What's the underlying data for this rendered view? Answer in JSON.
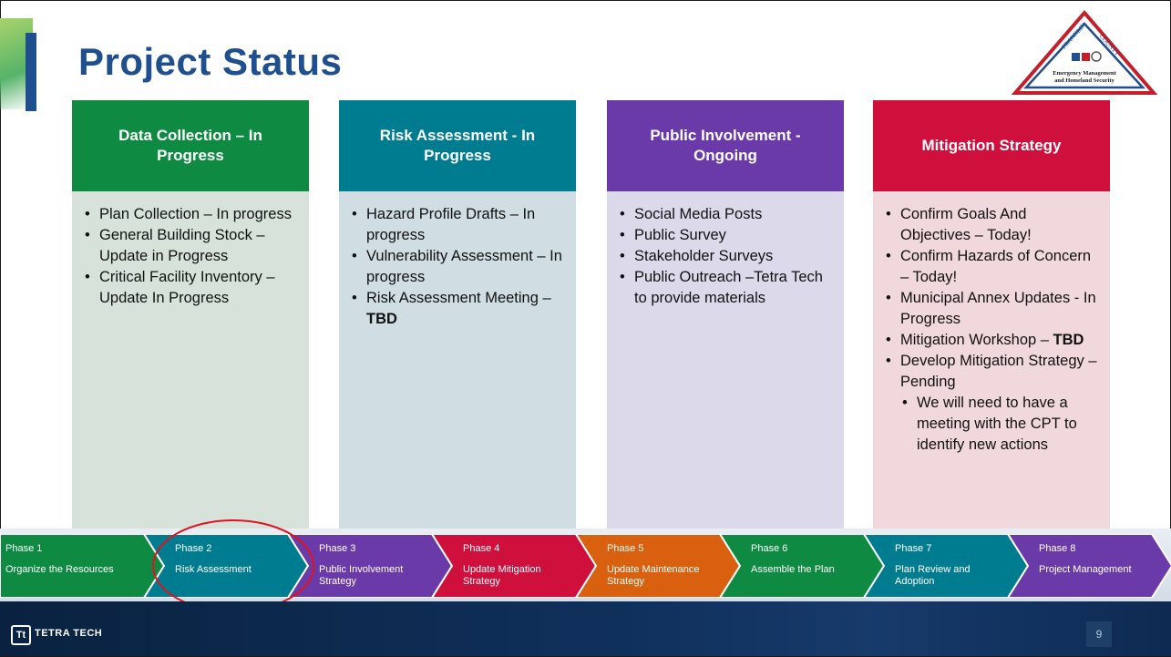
{
  "slide": {
    "title": "Project Status",
    "page_number": "9"
  },
  "logo": {
    "top": "FRANKLIN",
    "top2": "COUNTY",
    "line1": "Emergency Management",
    "line2": "and Homeland Security"
  },
  "columns": [
    {
      "header": "Data Collection – In Progress",
      "color": "#0e8a43",
      "body_color": "#d6e2da",
      "items": [
        {
          "text": "Plan Collection – In progress"
        },
        {
          "text": "General Building Stock – Update in Progress"
        },
        {
          "text": "Critical Facility Inventory – Update In Progress"
        }
      ]
    },
    {
      "header": "Risk Assessment - In Progress",
      "color": "#007c91",
      "body_color": "#d0dde3",
      "items": [
        {
          "text": "Hazard Profile Drafts – In progress"
        },
        {
          "text": "Vulnerability Assessment – In progress"
        },
        {
          "text": "Risk Assessment Meeting – ",
          "bold": "TBD"
        }
      ]
    },
    {
      "header": "Public Involvement - Ongoing",
      "color": "#6a3aa8",
      "body_color": "#dcd9ea",
      "items": [
        {
          "text": "Social Media Posts"
        },
        {
          "text": "Public Survey"
        },
        {
          "text": "Stakeholder Surveys"
        },
        {
          "text": "Public Outreach –Tetra Tech to provide materials"
        }
      ]
    },
    {
      "header": "Mitigation Strategy",
      "color": "#d0103c",
      "body_color": "#f1d8dc",
      "items": [
        {
          "text": "Confirm Goals And Objectives – Today!"
        },
        {
          "text": "Confirm Hazards of Concern – Today!"
        },
        {
          "text": "Municipal Annex Updates - In Progress"
        },
        {
          "text": "Mitigation Workshop – ",
          "bold": "TBD"
        },
        {
          "text": "Develop Mitigation Strategy – Pending"
        },
        {
          "text": "We will need to have a meeting with the CPT to identify new actions",
          "sub": true
        }
      ]
    }
  ],
  "phases": [
    {
      "num": "Phase 1",
      "name": "Organize the Resources",
      "color": "#0e8a43"
    },
    {
      "num": "Phase 2",
      "name": "Risk Assessment",
      "color": "#007c91",
      "highlighted": true
    },
    {
      "num": "Phase 3",
      "name": "Public Involvement Strategy",
      "color": "#6a3aa8"
    },
    {
      "num": "Phase 4",
      "name": "Update Mitigation Strategy",
      "color": "#d0103c"
    },
    {
      "num": "Phase 5",
      "name": "Update Maintenance Strategy",
      "color": "#d8600f"
    },
    {
      "num": "Phase 6",
      "name": "Assemble the Plan",
      "color": "#0e8a43"
    },
    {
      "num": "Phase 7",
      "name": "Plan Review and Adoption",
      "color": "#007c91"
    },
    {
      "num": "Phase 8",
      "name": "Project Management",
      "color": "#6a3aa8"
    }
  ],
  "footer": {
    "company": "TETRA TECH",
    "mark": "Tt"
  },
  "highlight_color": "#e0141e"
}
